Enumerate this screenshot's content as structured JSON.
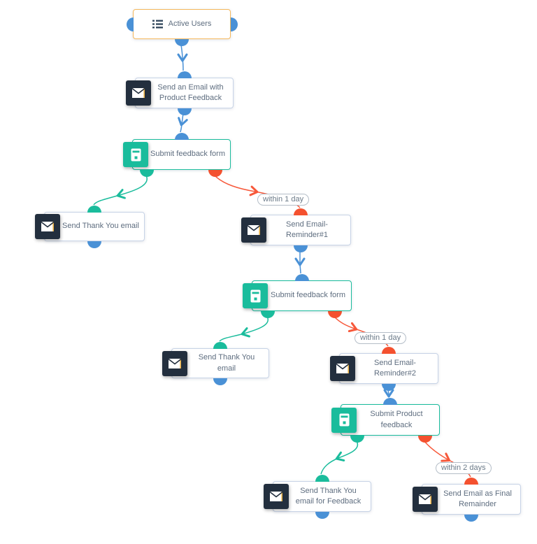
{
  "workflow": {
    "nodes": [
      {
        "label": "Active Users",
        "type": "segment",
        "icon": "list-icon"
      },
      {
        "label": "Send an Email with Product Feedback",
        "type": "email",
        "icon": "envelope-icon"
      },
      {
        "label": "Submit feedback form",
        "type": "form",
        "icon": "save-icon"
      },
      {
        "label": "Send Thank You email",
        "type": "email",
        "icon": "envelope-icon"
      },
      {
        "label": "Send Email-Reminder#1",
        "type": "email",
        "icon": "envelope-icon"
      },
      {
        "label": "Submit feedback form",
        "type": "form",
        "icon": "save-icon"
      },
      {
        "label": "Send Thank You email",
        "type": "email",
        "icon": "envelope-icon"
      },
      {
        "label": "Send Email-Reminder#2",
        "type": "email",
        "icon": "envelope-icon"
      },
      {
        "label": "Submit Product feedback",
        "type": "form",
        "icon": "save-icon"
      },
      {
        "label": "Send Thank You email for Feedback",
        "type": "email",
        "icon": "envelope-icon"
      },
      {
        "label": "Send Email as Final Remainder",
        "type": "email",
        "icon": "envelope-icon"
      }
    ],
    "edge_labels": [
      {
        "text": "within 1 day"
      },
      {
        "text": "within 1 day"
      },
      {
        "text": "within 2 days"
      }
    ],
    "colors": {
      "flow_blue": "#4a91d6",
      "branch_yes_teal": "#1abc9c",
      "branch_no_red": "#f7583a",
      "port_red": "#f4512f",
      "segment_border_orange": "#f5b85c",
      "email_border": "#c7d3e6",
      "icon_bg_navy": "#232f3e",
      "text": "#5e6d7f"
    }
  }
}
